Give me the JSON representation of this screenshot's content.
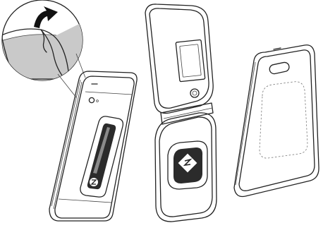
{
  "diagram": {
    "panels": [
      {
        "id": "smartphone",
        "icon": "smartphone-with-mount-plate-icon"
      },
      {
        "id": "flip-phone",
        "icon": "flip-phone-with-mount-plate-icon"
      },
      {
        "id": "phone-case",
        "icon": "phone-case-with-dashed-mount-outline-icon"
      }
    ],
    "inset": {
      "icon": "peel-adhesive-backing-icon",
      "arrow": "curved-arrow-icon"
    },
    "colors": {
      "line": "#222222",
      "fill": "#ffffff",
      "inset_gray": "#c9c9c9",
      "dark": "#2b2b2b"
    }
  }
}
